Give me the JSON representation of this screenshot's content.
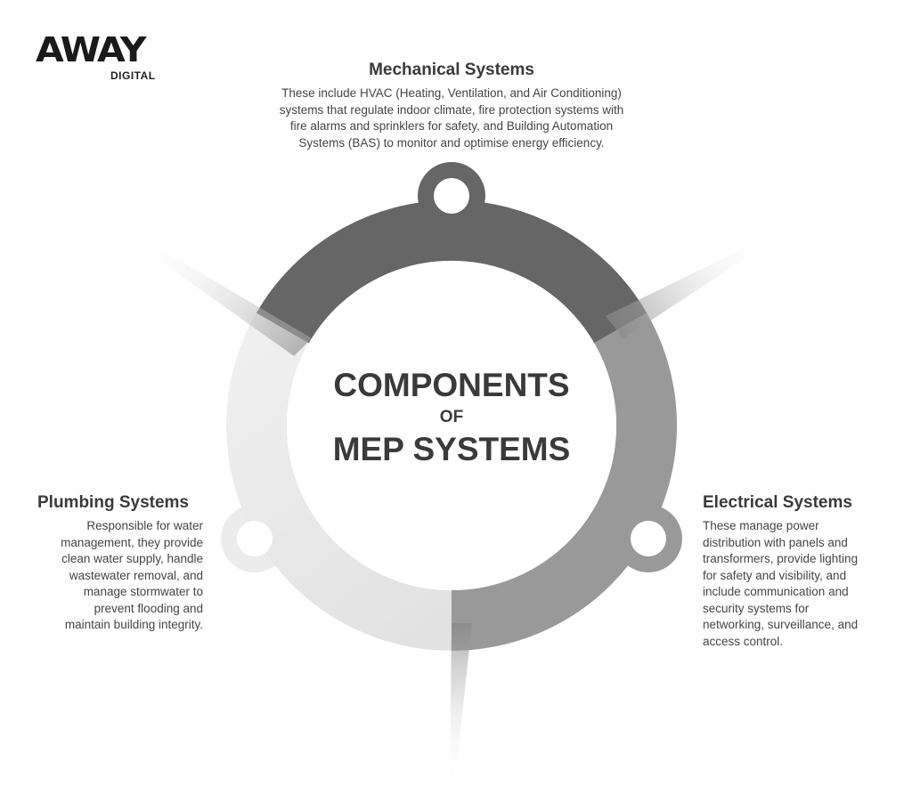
{
  "logo": {
    "word": "AWAY",
    "sub": "DIGITAL"
  },
  "center": {
    "line1": "COMPONENTS",
    "line2": "OF",
    "line3": "MEP SYSTEMS"
  },
  "sections": {
    "mechanical": {
      "title": "Mechanical Systems",
      "lines": [
        "These include HVAC (Heating, Ventilation, and Air Conditioning)",
        "systems that regulate indoor climate, fire protection systems with",
        "fire alarms and sprinklers for safety, and Building Automation",
        "Systems (BAS) to monitor and optimise energy efficiency."
      ]
    },
    "plumbing": {
      "title": "Plumbing Systems",
      "lines": [
        "Responsible for water",
        "management, they provide",
        "clean water supply, handle",
        "wastewater removal, and",
        "manage stormwater to",
        "prevent flooding and",
        "maintain building integrity."
      ]
    },
    "electrical": {
      "title": "Electrical Systems",
      "lines": [
        "These manage power",
        "distribution with panels and",
        "transformers, provide lighting",
        "for safety and visibility, and",
        "include communication and",
        "security systems for",
        "networking, surveillance, and",
        "access control."
      ]
    }
  },
  "colors": {
    "mechanical": "#666666",
    "electrical": "#999999",
    "plumbing": "#e6e6e6",
    "text": "#333333"
  }
}
